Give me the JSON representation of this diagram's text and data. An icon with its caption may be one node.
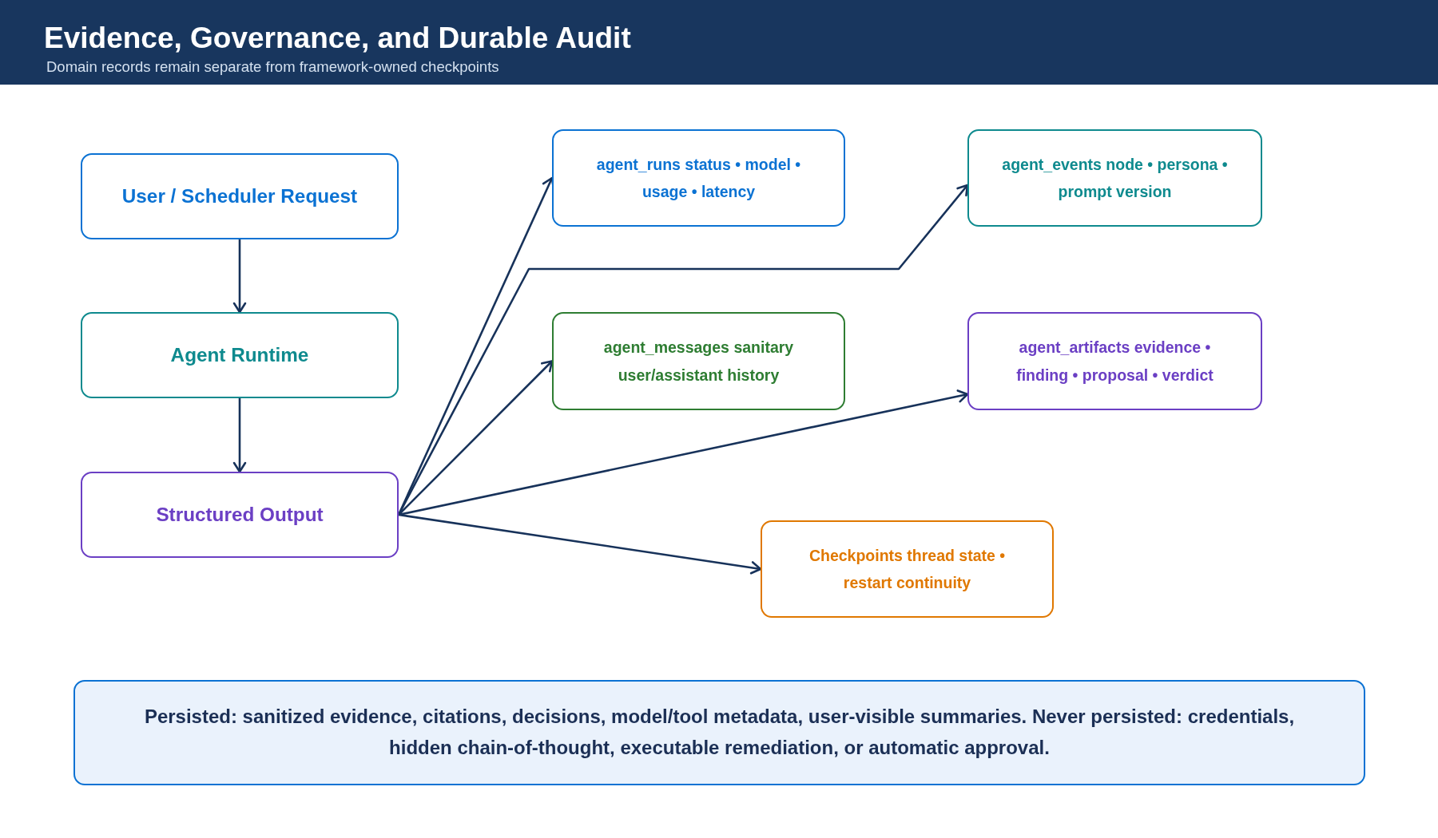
{
  "diagram": {
    "title": "Evidence, Governance, and Durable Audit",
    "nodes": [
      {
        "text": [
          "User / Scheduler Request"
        ]
      },
      {
        "text": [
          "Agent Runtime"
        ]
      },
      {
        "text": [
          "Structured Output"
        ]
      },
      {
        "text": [
          "agent_runs status • model • usage • latency"
        ]
      },
      {
        "text": [
          "agent_events node • persona • prompt version"
        ]
      },
      {
        "text": [
          "agent_messages sanitary user/assistant history"
        ]
      },
      {
        "text": [
          "agent_artifacts evidence • finding • proposal • verdict"
        ]
      },
      {
        "text": [
          "Checkpoints thread state • restart continuity"
        ]
      },
      {
        "text": [
          "Persisted: sanitized evidence, citations, decisions, model/tool metadata, user-visible summaries. Never persisted: credentials, hidden chain-of-thought, executable remediation, or automatic approval."
        ]
      }
    ],
    "edges": [
      {
        "from": 0,
        "to": 1,
        "arrow": "to"
      },
      {
        "from": 1,
        "to": 2,
        "arrow": "to"
      },
      {
        "from": 2,
        "to": 3,
        "arrow": "to"
      },
      {
        "from": 2,
        "to": 5,
        "arrow": "to"
      },
      {
        "from": 2,
        "to": 4,
        "arrow": "to"
      },
      {
        "from": 2,
        "to": 6,
        "arrow": "to"
      },
      {
        "from": 2,
        "to": 7,
        "arrow": "to"
      }
    ],
    "labels": [
      "Domain records remain separate from framework-owned checkpoints"
    ]
  }
}
